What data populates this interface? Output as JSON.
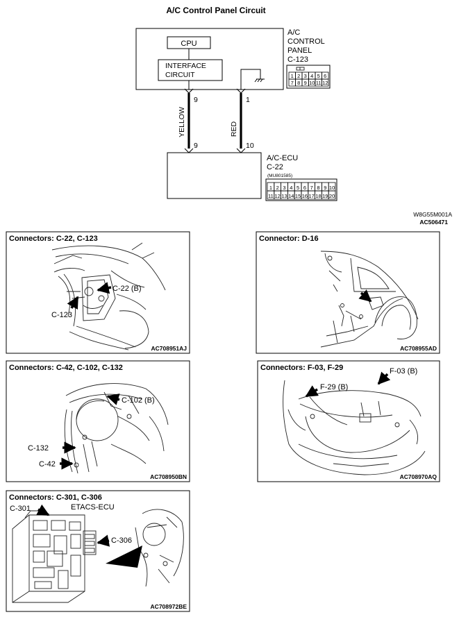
{
  "title": "A/C Control Panel Circuit",
  "circuit": {
    "top_box": {
      "cpu": "CPU",
      "interface_line1": "INTERFACE",
      "interface_line2": "CIRCUIT"
    },
    "top_label": {
      "line1": "A/C",
      "line2": "CONTROL",
      "line3": "PANEL",
      "line4": "C-123"
    },
    "top_connector": {
      "row1": [
        "1",
        "2",
        "3",
        "4",
        "5",
        "6"
      ],
      "row2": [
        "7",
        "8",
        "9",
        "10",
        "11",
        "12"
      ]
    },
    "wires": [
      {
        "color": "YELLOW",
        "top_pin": "9",
        "bottom_pin": "9"
      },
      {
        "color": "RED",
        "top_pin": "1",
        "bottom_pin": "10"
      }
    ],
    "bottom_label": {
      "line1": "A/C-ECU",
      "line2": "C-22",
      "line3": "(MU801585)"
    },
    "bottom_connector": {
      "row1": [
        "1",
        "2",
        "3",
        "4",
        "5",
        "6",
        "7",
        "8",
        "9",
        "10"
      ],
      "row2": [
        "11",
        "12",
        "13",
        "14",
        "15",
        "16",
        "17",
        "18",
        "19",
        "20"
      ]
    },
    "ref_codes": [
      "W8G55M001A",
      "AC506471"
    ]
  },
  "panels": [
    {
      "title": "Connectors: C-22, C-123",
      "labels": [
        "C-22 (B)",
        "C-123"
      ],
      "code": "AC708951AJ"
    },
    {
      "title": "Connector: D-16",
      "labels": [],
      "code": "AC708955AD"
    },
    {
      "title": "Connectors: C-42, C-102, C-132",
      "labels": [
        "C-102 (B)",
        "C-132",
        "C-42"
      ],
      "code": "AC708950BN"
    },
    {
      "title": "Connectors: F-03, F-29",
      "labels": [
        "F-03 (B)",
        "F-29 (B)"
      ],
      "code": "AC708970AQ"
    },
    {
      "title": "Connectors: C-301, C-306",
      "labels": [
        "C-301",
        "ETACS-ECU",
        "C-306"
      ],
      "code": "AC708972BE"
    }
  ]
}
